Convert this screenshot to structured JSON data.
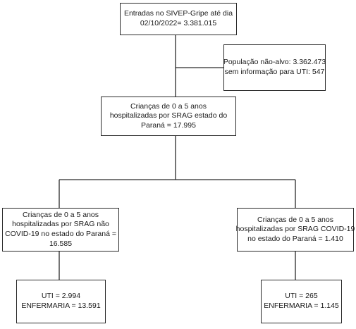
{
  "flowchart": {
    "total": {
      "lines": [
        "Entradas no SIVEP-Gripe até dia",
        "02/10/2022= 3.381.015"
      ]
    },
    "excluded": {
      "lines": [
        "População não-alvo: 3.362.473",
        "sem informação para UTI: 547"
      ]
    },
    "children": {
      "lines": [
        "Crianças de 0 a 5 anos",
        "hospitalizadas por SRAG  estado do",
        "Paraná = 17.995"
      ]
    },
    "noncovid": {
      "lines": [
        "Crianças de 0 a 5 anos",
        "hospitalizadas por SRAG  não",
        "COVID-19 no estado do Paraná =",
        "16.585"
      ]
    },
    "covid": {
      "lines": [
        "Crianças de 0 a 5 anos",
        "hospitalizadas por SRAG COVID-19",
        "no estado do Paraná = 1.410"
      ]
    },
    "noncovid_outcome": {
      "lines": [
        "UTI = 2.994",
        "ENFERMARIA = 13.591"
      ]
    },
    "covid_outcome": {
      "lines": [
        "UTI = 265",
        "ENFERMARIA = 1.145"
      ]
    }
  }
}
